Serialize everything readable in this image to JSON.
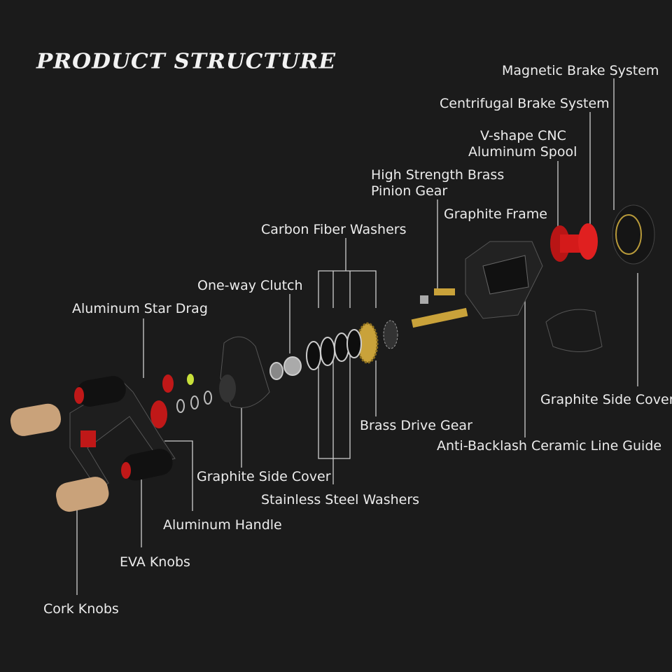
{
  "title": "PRODUCT STRUCTURE",
  "labels": {
    "magnetic_brake": "Magnetic Brake System",
    "centrifugal_brake": "Centrifugal Brake System",
    "spool_line1": "V-shape CNC",
    "spool_line2": "Aluminum Spool",
    "pinion_line1": "High Strength Brass",
    "pinion_line2": "Pinion Gear",
    "graphite_frame": "Graphite Frame",
    "carbon_washers": "Carbon Fiber Washers",
    "one_way_clutch": "One-way Clutch",
    "star_drag": "Aluminum Star Drag",
    "side_cover_right": "Graphite Side Cover",
    "brass_drive_gear": "Brass Drive Gear",
    "line_guide": "Anti-Backlash Ceramic Line Guide",
    "side_cover_left": "Graphite Side Cover",
    "steel_washers": "Stainless Steel Washers",
    "aluminum_handle": "Aluminum Handle",
    "eva_knobs": "EVA Knobs",
    "cork_knobs": "Cork Knobs"
  },
  "colors": {
    "background": "#1b1b1b",
    "spool": "#d41a1a",
    "brass": "#c9a23a",
    "cork": "#c9a27a"
  }
}
